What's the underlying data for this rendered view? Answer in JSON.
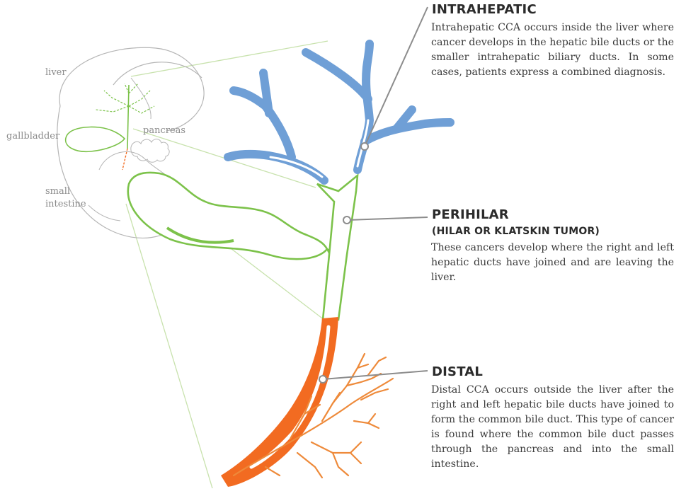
{
  "organ_labels": {
    "liver": "liver",
    "gallbladder": "gallbladder",
    "pancreas": "pancreas",
    "small_intestine_line1": "small",
    "small_intestine_line2": "intestine"
  },
  "sections": {
    "intrahepatic": {
      "title": "INTRAHEPATIC",
      "body": "Intrahepatic CCA occurs inside the liver where cancer develops in the hepatic bile ducts or the smaller intrahepatic biliary ducts.  In some cases, patients express a combined diagnosis."
    },
    "perihilar": {
      "title": "PERIHILAR",
      "subtitle": "(HILAR OR KLATSKIN TUMOR)",
      "body": "These cancers develop where the right and left hepatic ducts have joined and are leaving the liver."
    },
    "distal": {
      "title": "DISTAL",
      "body": "Distal CCA occurs outside the liver after the right and left hepatic bile ducts have joined to form the common bile duct.  This type of cancer is found where the common bile duct passes through the pancreas and into the small intestine."
    }
  },
  "colors": {
    "intrahepatic_blue": "#6f9fd6",
    "perihilar_green": "#7cc24a",
    "distal_orange": "#f26b21",
    "pancreatic_orange": "#ee8a3a",
    "outline_gray": "#b5b5b5",
    "callout_gray": "#8c8c8c",
    "zoom_line_green": "#c8e2ad"
  }
}
